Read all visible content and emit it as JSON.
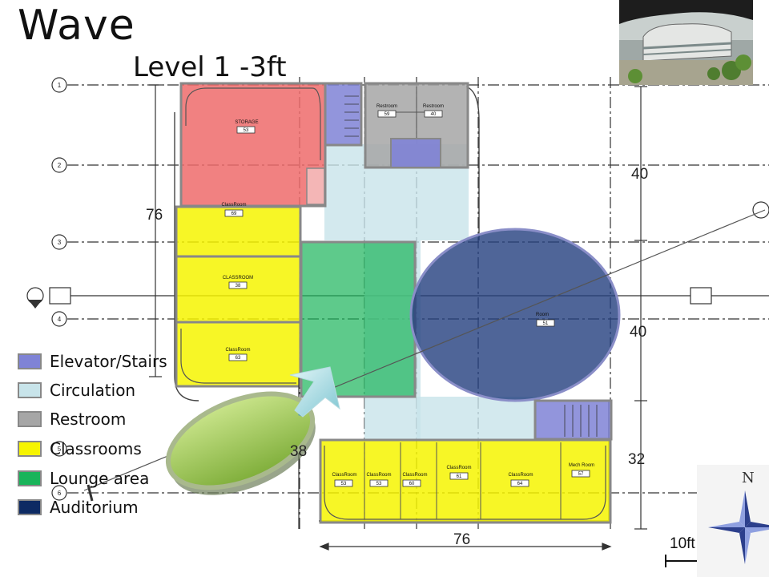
{
  "title": "Wave",
  "subtitle": "Level 1 -3ft",
  "legend": [
    {
      "label": "Elevator/Stairs",
      "color": "#7f83d6"
    },
    {
      "label": "Circulation",
      "color": "#c8e4ea"
    },
    {
      "label": "Restroom",
      "color": "#a6a6a6"
    },
    {
      "label": "Classrooms",
      "color": "#f6f400"
    },
    {
      "label": "Lounge area",
      "color": "#19b45a"
    },
    {
      "label": "Auditorium",
      "color": "#0d2a63"
    }
  ],
  "dimensions": {
    "left_76": "76",
    "right_40_top": "40",
    "right_40_mid": "40",
    "right_32": "32",
    "bottom_38": "38",
    "bottom_76": "76"
  },
  "scale_label": "10ft",
  "compass_letter": "N",
  "grid_labels": [
    "1",
    "2",
    "3",
    "4",
    "5",
    "6"
  ],
  "room_labels": {
    "storage": "STORAGE",
    "storage_no": "53",
    "classroom_a": "ClassRoom",
    "classroom_a_no": "69",
    "classroom_b": "CLASSROOM",
    "classroom_b_no": "38",
    "classroom_c": "ClassRoom",
    "classroom_c_no": "63",
    "restroom_1": "Restroom",
    "restroom_1_no": "59",
    "restroom_2": "Restroom",
    "restroom_2_no": "40",
    "room": "Room",
    "room_no": "51",
    "bottom_classrooms": [
      "ClassRoom",
      "ClassRoom",
      "ClassRoom",
      "ClassRoom",
      "ClassRoom"
    ],
    "bottom_classroom_nos": [
      "53",
      "53",
      "60",
      "61",
      "64"
    ],
    "mech_room": "Mech Room",
    "mech_room_no": "57"
  },
  "colors": {
    "storage": "#ef6b6b",
    "classroom": "#f6f400",
    "lounge": "#19b45a",
    "circulation": "#c8e4ea",
    "restroom": "#a6a6a6",
    "elevator": "#7f83d6",
    "auditorium": "#233f7e"
  }
}
